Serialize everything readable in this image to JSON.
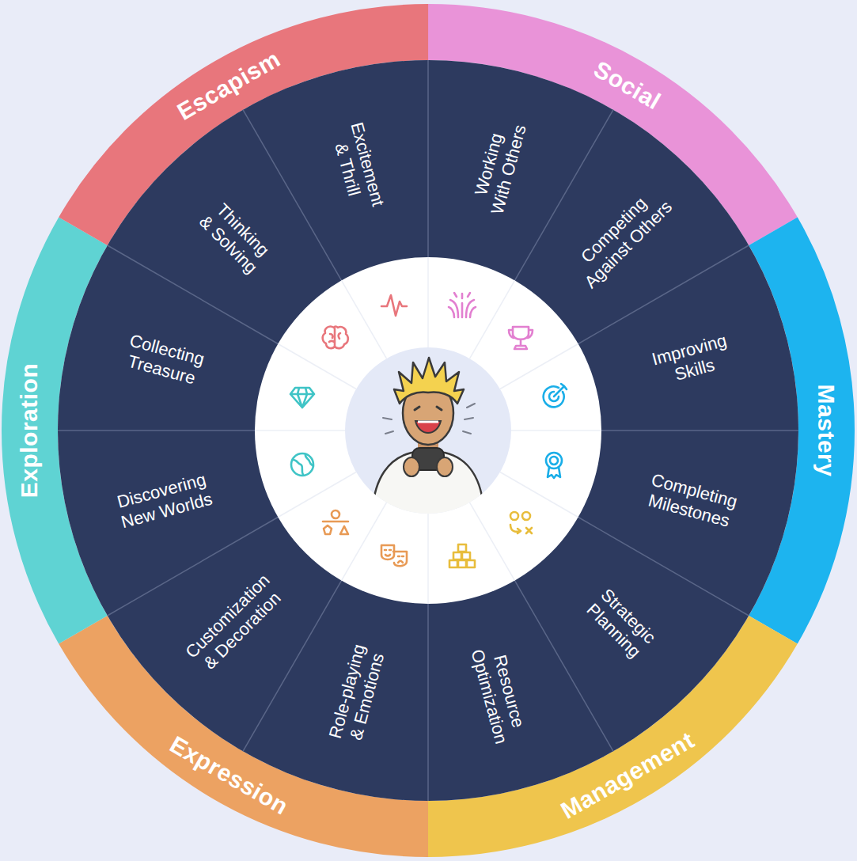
{
  "diagram": {
    "nodes": [
      {
        "text": [
          "Social"
        ]
      },
      {
        "text": [
          "Mastery"
        ]
      },
      {
        "text": [
          "Management"
        ]
      },
      {
        "text": [
          "Expression"
        ]
      },
      {
        "text": [
          "Exploration"
        ]
      },
      {
        "text": [
          "Escapism"
        ]
      },
      {
        "text": [
          "Working With Others"
        ]
      },
      {
        "text": [
          "Competing Against Others"
        ]
      },
      {
        "text": [
          "Improving Skills"
        ]
      },
      {
        "text": [
          "Completing Milestones"
        ]
      },
      {
        "text": [
          "Strategic Planning"
        ]
      },
      {
        "text": [
          "Resource Optimization"
        ]
      },
      {
        "text": [
          "Role-playing & Emotions"
        ]
      },
      {
        "text": [
          "Customization & Decoration"
        ]
      },
      {
        "text": [
          "Discovering New Worlds"
        ]
      },
      {
        "text": [
          "Collecting Treasure"
        ]
      },
      {
        "text": [
          "Thinking & Solving"
        ]
      },
      {
        "text": [
          "Excitement & Thrill"
        ]
      }
    ]
  }
}
